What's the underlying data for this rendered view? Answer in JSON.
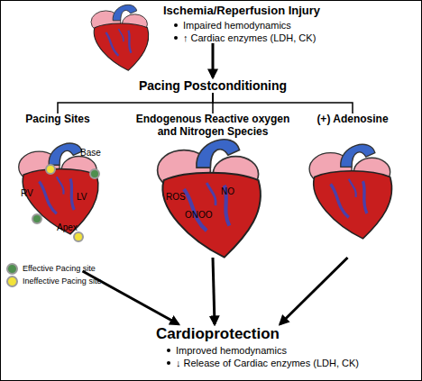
{
  "diagram": {
    "nodes": [
      {
        "text": [
          "Ischemia/Reperfusion Injury",
          "Impaired hemodynamics",
          "↑ Cardiac enzymes (LDH, CK)"
        ]
      },
      {
        "text": [
          "Pacing Postconditioning"
        ]
      },
      {
        "text": [
          "Pacing Sites"
        ]
      },
      {
        "text": [
          "Endogenous Reactive oxygen and Nitrogen Species"
        ]
      },
      {
        "text": [
          "(+) Adenosine"
        ]
      },
      {
        "text": [
          "Cardioprotection",
          "Improved hemodynamics",
          "↓ Release of Cardiac enzymes (LDH, CK)"
        ]
      }
    ],
    "edges": [
      {
        "from": 0,
        "to": 1,
        "arrow": "to"
      },
      {
        "from": 1,
        "to": 2,
        "arrow": "none"
      },
      {
        "from": 1,
        "to": 3,
        "arrow": "none"
      },
      {
        "from": 1,
        "to": 4,
        "arrow": "none"
      },
      {
        "from": 2,
        "to": 5,
        "arrow": "to"
      },
      {
        "from": 3,
        "to": 5,
        "arrow": "to"
      },
      {
        "from": 4,
        "to": 5,
        "arrow": "to"
      }
    ],
    "labels": [
      "Base",
      "RV",
      "LV",
      "Apex",
      "ROS",
      "NO",
      "ONOO"
    ],
    "legend": [
      {
        "text": "Effective Pacing site",
        "color": "#4f8f4f"
      },
      {
        "text": "Ineffective Pacing site",
        "color": "#f2e23a"
      }
    ]
  }
}
